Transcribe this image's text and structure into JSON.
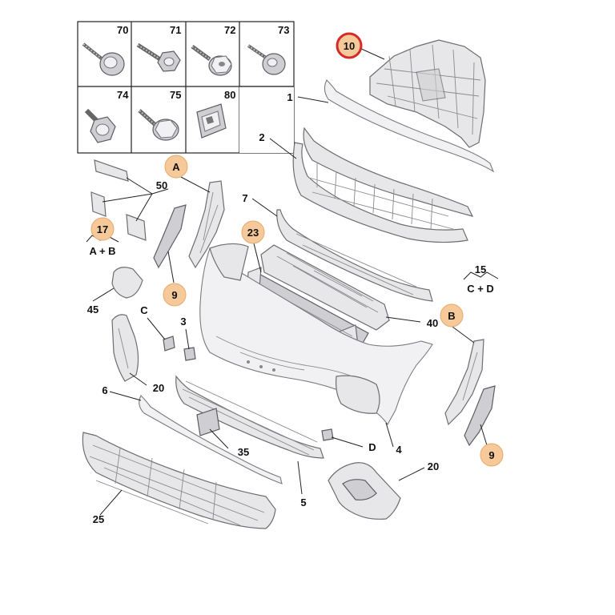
{
  "fastener_table": {
    "cells": [
      "70",
      "71",
      "72",
      "73",
      "74",
      "75",
      "80"
    ]
  },
  "callouts": {
    "p1": "1",
    "p2": "2",
    "p3": "3",
    "p4": "4",
    "p5": "5",
    "p6": "6",
    "p7": "7",
    "p9a": "9",
    "p9b": "9",
    "p10": "10",
    "p15": "15",
    "p17": "17",
    "p20a": "20",
    "p20b": "20",
    "p23": "23",
    "p25": "25",
    "p35": "35",
    "p40": "40",
    "p45": "45",
    "p50": "50",
    "a": "A",
    "b": "B",
    "c": "C",
    "d": "D"
  },
  "notes": {
    "ab": "A + B",
    "cd": "C + D"
  },
  "colors": {
    "highlight": "#f6c99a",
    "highlight_ring": "#d42a2a"
  }
}
